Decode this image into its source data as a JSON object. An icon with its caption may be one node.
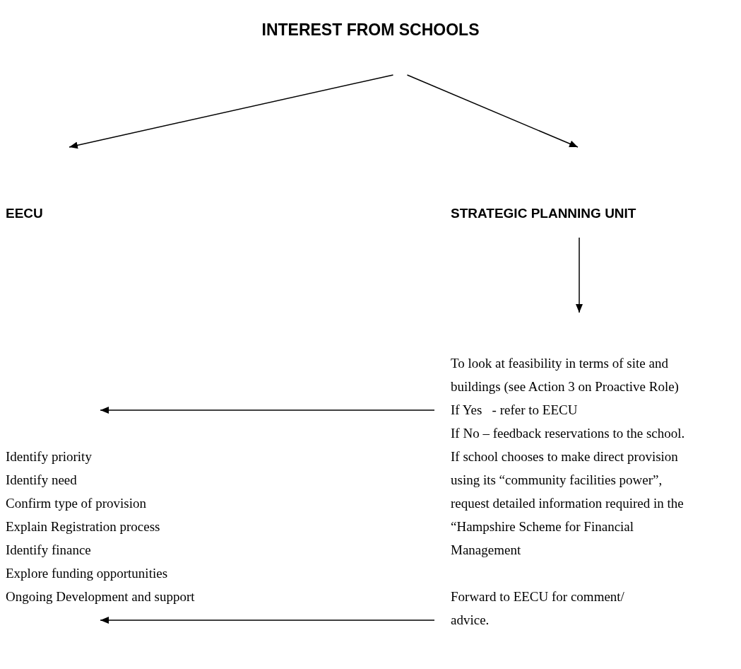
{
  "diagram": {
    "nodes": [
      {
        "text": [
          "INTEREST FROM SCHOOLS"
        ]
      },
      {
        "text": [
          "EECU"
        ]
      },
      {
        "text": [
          "STRATEGIC PLANNING UNIT"
        ]
      },
      {
        "text": [
          "To look at feasibility in terms of site and buildings (see Action 3 on Proactive Role)"
        ]
      },
      {
        "text": [
          "If Yes   - refer to EECU"
        ]
      },
      {
        "text": [
          "If No – feedback reservations to the school.  If school chooses to make direct provision using its “community facilities power”, request detailed information required in the “Hampshire Scheme for Financial Management"
        ]
      },
      {
        "text": [
          "Forward to EECU for comment/ advice."
        ]
      }
    ],
    "edges": [
      {
        "from": 0,
        "to": 1,
        "arrow": "to"
      },
      {
        "from": 0,
        "to": 2,
        "arrow": "to"
      },
      {
        "from": 2,
        "to": 3,
        "arrow": "to"
      },
      {
        "from": 4,
        "to": null,
        "arrow": "to"
      },
      {
        "from": 6,
        "to": null,
        "arrow": "to"
      }
    ],
    "labels": [
      "Identify priority",
      "Identify need",
      "Confirm type of provision",
      "Explain Registration process",
      "Identify finance",
      "Explore funding opportunities",
      "Ongoing Development and support"
    ]
  }
}
